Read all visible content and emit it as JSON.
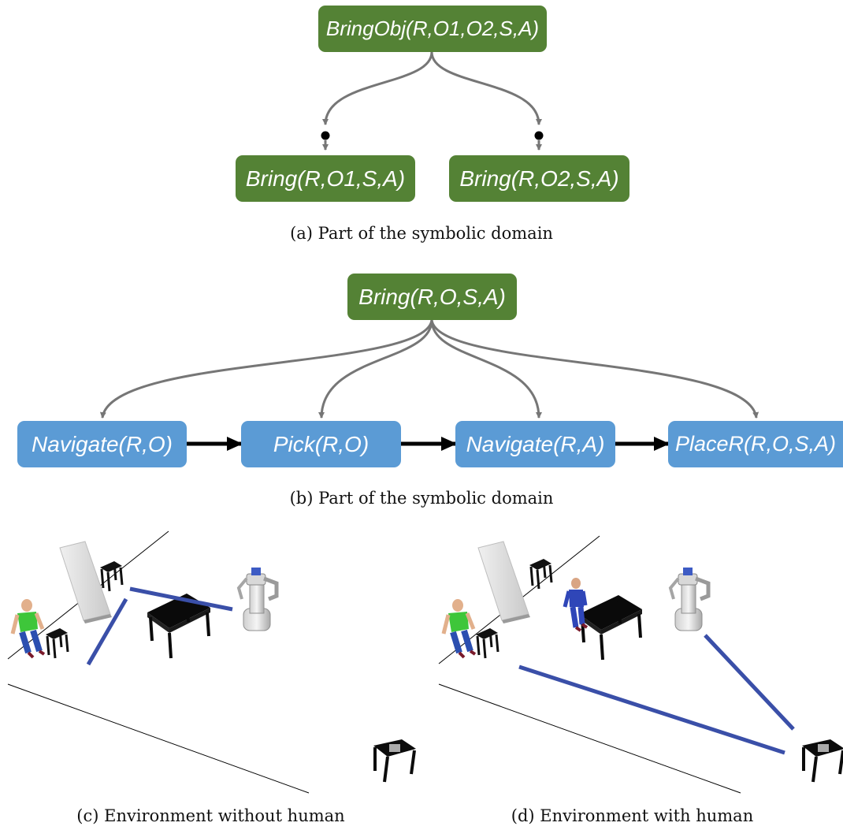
{
  "panel_a": {
    "root": "BringObj(R,O1,O2,S,A)",
    "children": [
      "Bring(R,O1,S,A)",
      "Bring(R,O2,S,A)"
    ],
    "caption": "(a) Part of the symbolic domain"
  },
  "panel_b": {
    "root": "Bring(R,O,S,A)",
    "steps": [
      "Navigate(R,O)",
      "Pick(R,O)",
      "Navigate(R,A)",
      "PlaceR(R,O,S,A)"
    ],
    "caption": "(b) Part of the symbolic domain"
  },
  "panel_c": {
    "caption": "(c) Environment without human"
  },
  "panel_d": {
    "caption": "(d) Environment with human"
  },
  "colors": {
    "method_node": "#548235",
    "action_node": "#5b9bd5",
    "connector": "#767676",
    "path": "#3a4fa8",
    "sequence_arrow": "#000000"
  }
}
